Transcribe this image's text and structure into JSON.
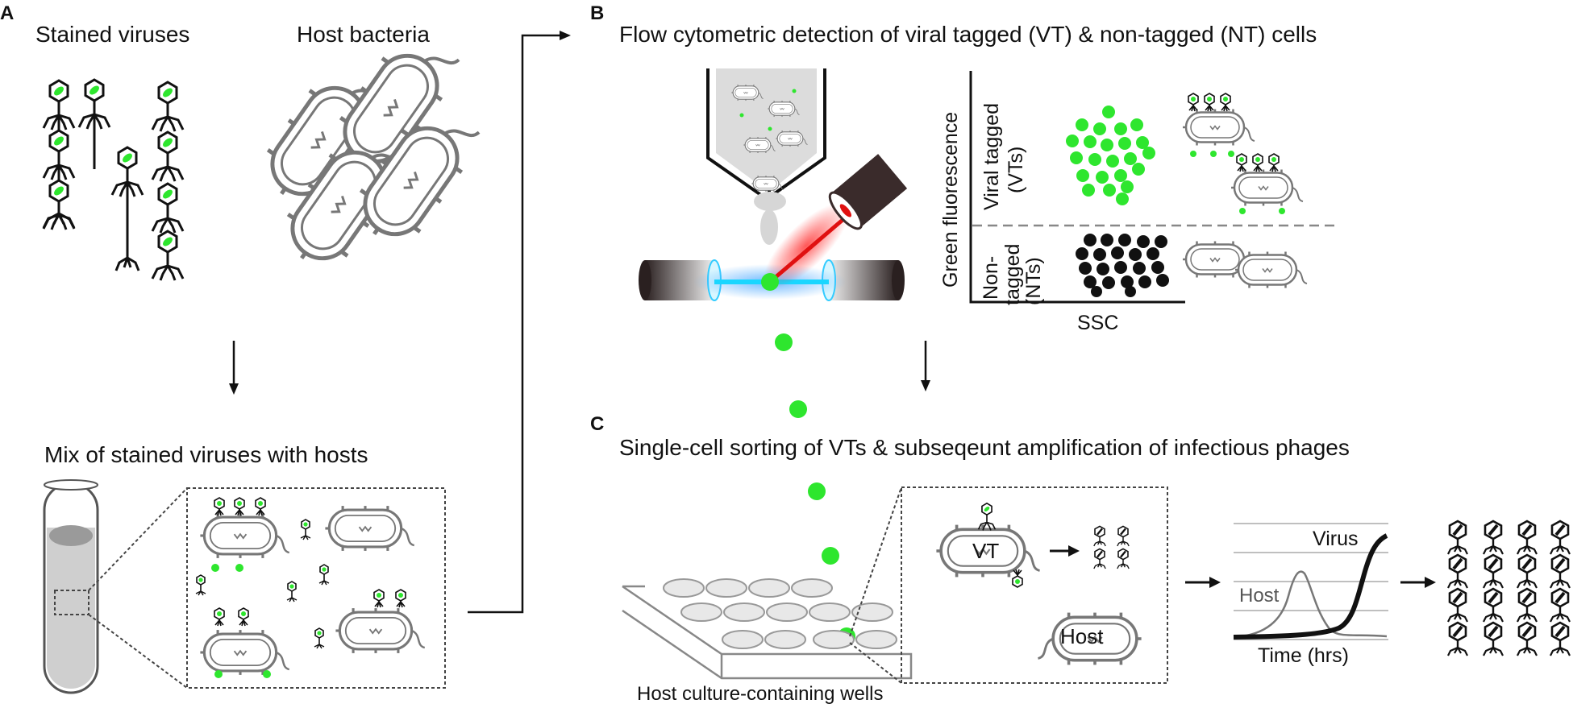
{
  "panels": {
    "a": "A",
    "b": "B",
    "c": "C"
  },
  "panel_a": {
    "stained_viruses": "Stained viruses",
    "host_bacteria": "Host bacteria",
    "mix": "Mix of stained viruses with hosts"
  },
  "panel_b": {
    "title": "Flow cytometric detection of viral tagged (VT) & non-tagged (NT) cells",
    "y_axis": "Green fluorescence",
    "x_axis": "SSC",
    "vt_line1": "Viral tagged",
    "vt_line2": "(VTs)",
    "nt_line1": "Non-",
    "nt_line2": "tagged",
    "nt_line3": "(NTs)"
  },
  "panel_c": {
    "title": "Single-cell sorting of VTs & subseqeunt amplification of infectious phages",
    "wells": "Host culture-containing wells",
    "vt_cell": "VT",
    "host_cell": "Host",
    "virus_curve": "Virus",
    "host_curve": "Host",
    "time_axis": "Time (hrs)"
  },
  "colors": {
    "green": "#2ee62e",
    "gray": "#777777",
    "red": "#e01010",
    "cyan": "#1ad6ff"
  }
}
